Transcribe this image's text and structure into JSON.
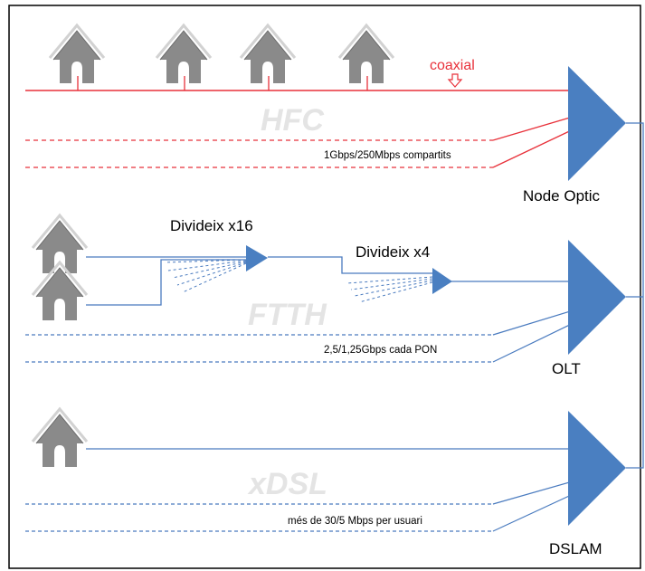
{
  "sections": {
    "hfc": {
      "name": "HFC",
      "capacity": "1Gbps/250Mbps compartits",
      "device": "Node Optic",
      "media_label": "coaxial"
    },
    "ftth": {
      "name": "FTTH",
      "capacity": "2,5/1,25Gbps cada PON",
      "device": "OLT",
      "splitter1": "Divideix x16",
      "splitter2": "Divideix x4"
    },
    "xdsl": {
      "name": "xDSL",
      "capacity": "més de 30/5 Mbps per usuari",
      "device": "DSLAM"
    }
  },
  "colors": {
    "coax": "#e8313a",
    "fiber": "#4a7bbf",
    "triangle": "#4a7fc1",
    "house": "#8a8a8a",
    "section_text": "#e4e4e4",
    "border": "#000000"
  },
  "icons": {
    "house": "house-icon",
    "arrow": "down-arrow-icon",
    "amplifier": "triangle-icon"
  }
}
